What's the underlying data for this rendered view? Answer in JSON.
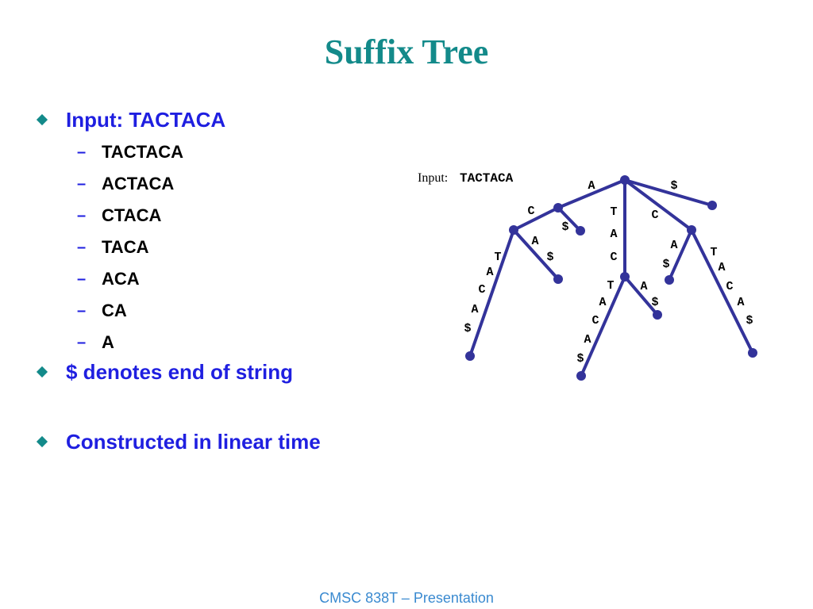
{
  "title": "Suffix Tree",
  "bullets": [
    {
      "text": "Input: TACTACA",
      "subitems": [
        "TACTACA",
        "ACTACA",
        "CTACA",
        "TACA",
        "ACA",
        "CA",
        "A"
      ]
    },
    {
      "text": "$ denotes end of string",
      "subitems": []
    },
    {
      "text": "Constructed in linear time",
      "subitems": []
    }
  ],
  "subitem_marker": "–",
  "diagram": {
    "input_caption": "Input:",
    "input_value": "TACTACA",
    "line_color": "#33339a",
    "edges": [
      {
        "id": "root-n1",
        "labels": [
          "A"
        ]
      },
      {
        "id": "root-leaf1",
        "labels": [
          "$"
        ]
      },
      {
        "id": "root-n3",
        "labels": [
          "C"
        ]
      },
      {
        "id": "root-n4",
        "labels": [
          "T",
          "A",
          "C"
        ]
      },
      {
        "id": "n1-n2",
        "labels": [
          "C"
        ]
      },
      {
        "id": "n1-leaf2",
        "labels": [
          "$"
        ]
      },
      {
        "id": "n2-leaf3",
        "labels": [
          "T",
          "A",
          "C",
          "A",
          "$"
        ]
      },
      {
        "id": "n2-leaf4",
        "labels": [
          "A",
          "$"
        ]
      },
      {
        "id": "n4-leaf5",
        "labels": [
          "T",
          "A",
          "C",
          "A",
          "$"
        ]
      },
      {
        "id": "n4-leaf6",
        "labels": [
          "A",
          "$"
        ]
      },
      {
        "id": "n3-leaf7",
        "labels": [
          "A",
          "$"
        ]
      },
      {
        "id": "n3-leaf8",
        "labels": [
          "T",
          "A",
          "C",
          "A",
          "$"
        ]
      }
    ]
  },
  "footer": "CMSC 838T – Presentation"
}
